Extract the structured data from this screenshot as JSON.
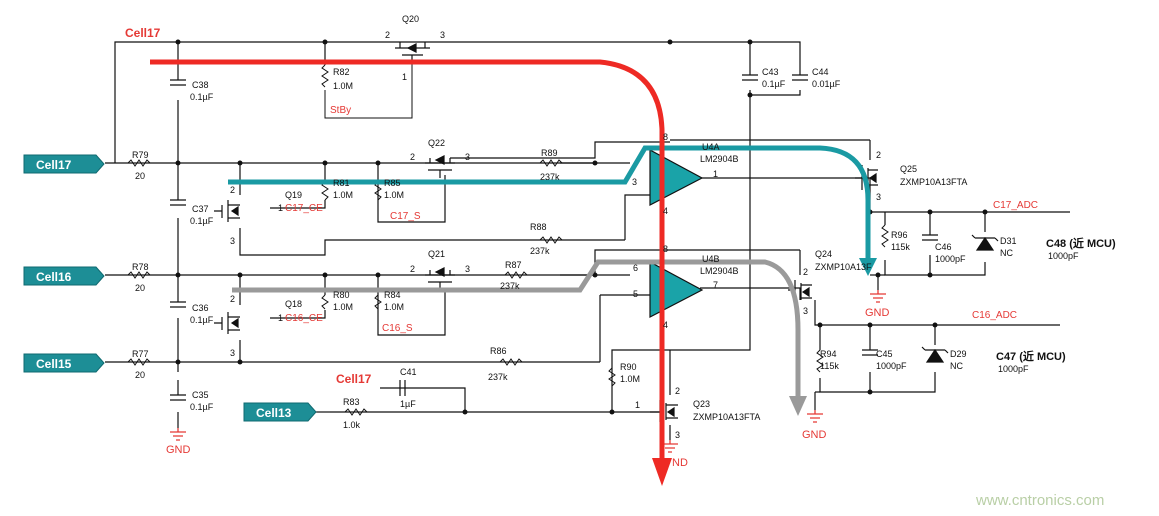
{
  "colors": {
    "red_path": "#ee2a24",
    "teal_path": "#1a9aa3",
    "gray_path": "#9a9a9a",
    "opamp_fill": "#1aa3a8",
    "tag_fill": "#1d8e96",
    "label_red": "#e53935",
    "watermark": "#b9cfa6"
  },
  "tags": {
    "cell17": "Cell17",
    "cell16": "Cell16",
    "cell15": "Cell15",
    "cell13": "Cell13"
  },
  "labels": {
    "cell17_top": "Cell17",
    "cell17_mid": "Cell17",
    "stby": "StBy",
    "c17_ce": "C17_CE",
    "c16_ce": "C16_CE",
    "c17_s": "C17_S",
    "c16_s": "C16_S",
    "c17_adc": "C17_ADC",
    "c16_adc": "C16_ADC",
    "c48_mcu": "C48 (近 MCU)",
    "c48_val": "1000pF",
    "c47_mcu": "C47 (近 MCU)",
    "c47_val": "1000pF",
    "gnd": "GND",
    "gnd_partial": "ND"
  },
  "components": {
    "r79": "R79",
    "r79_val": "20",
    "r78": "R78",
    "r78_val": "20",
    "r77": "R77",
    "r77_val": "20",
    "c38": "C38",
    "c38_val": "0.1µF",
    "c37": "C37",
    "c37_val": "0.1µF",
    "c36": "C36",
    "c36_val": "0.1µF",
    "c35": "C35",
    "c35_val": "0.1µF",
    "q20": "Q20",
    "r82": "R82",
    "r82_val": "1.0M",
    "q22": "Q22",
    "q21": "Q21",
    "q19": "Q19",
    "q18": "Q18",
    "r81": "R81",
    "r81_val": "1.0M",
    "r85": "R85",
    "r85_val": "1.0M",
    "r80": "R80",
    "r80_val": "1.0M",
    "r84": "R84",
    "r84_val": "1.0M",
    "r89": "R89",
    "r89_val": "237k",
    "r88": "R88",
    "r88_val": "237k",
    "r87": "R87",
    "r87_val": "237k",
    "r86": "R86",
    "r86_val": "237k",
    "u4a": "U4A",
    "u4a_part": "LM2904B",
    "u4b": "U4B",
    "u4b_part": "LM2904B",
    "c43": "C43",
    "c43_val": "0.1µF",
    "c44": "C44",
    "c44_val": "0.01µF",
    "q25": "Q25",
    "q25_part": "ZXMP10A13FTA",
    "q24": "Q24",
    "q24_part": "ZXMP10A13F",
    "r96": "R96",
    "r96_val": "115k",
    "c46": "C46",
    "c46_val": "1000pF",
    "d31": "D31",
    "d31_val": "NC",
    "r94": "R94",
    "r94_val": "115k",
    "c45": "C45",
    "c45_val": "1000pF",
    "d29": "D29",
    "d29_val": "NC",
    "c41": "C41",
    "c41_val": "1µF",
    "r83": "R83",
    "r83_val": "1.0k",
    "r90": "R90",
    "r90_val": "1.0M",
    "q23": "Q23",
    "q23_part": "ZXMP10A13FTA"
  },
  "pins": {
    "p1": "1",
    "p2": "2",
    "p3": "3",
    "p4": "4",
    "p5": "5",
    "p6": "6",
    "p7": "7",
    "p8": "8"
  },
  "watermark": "www.cntronics.com"
}
